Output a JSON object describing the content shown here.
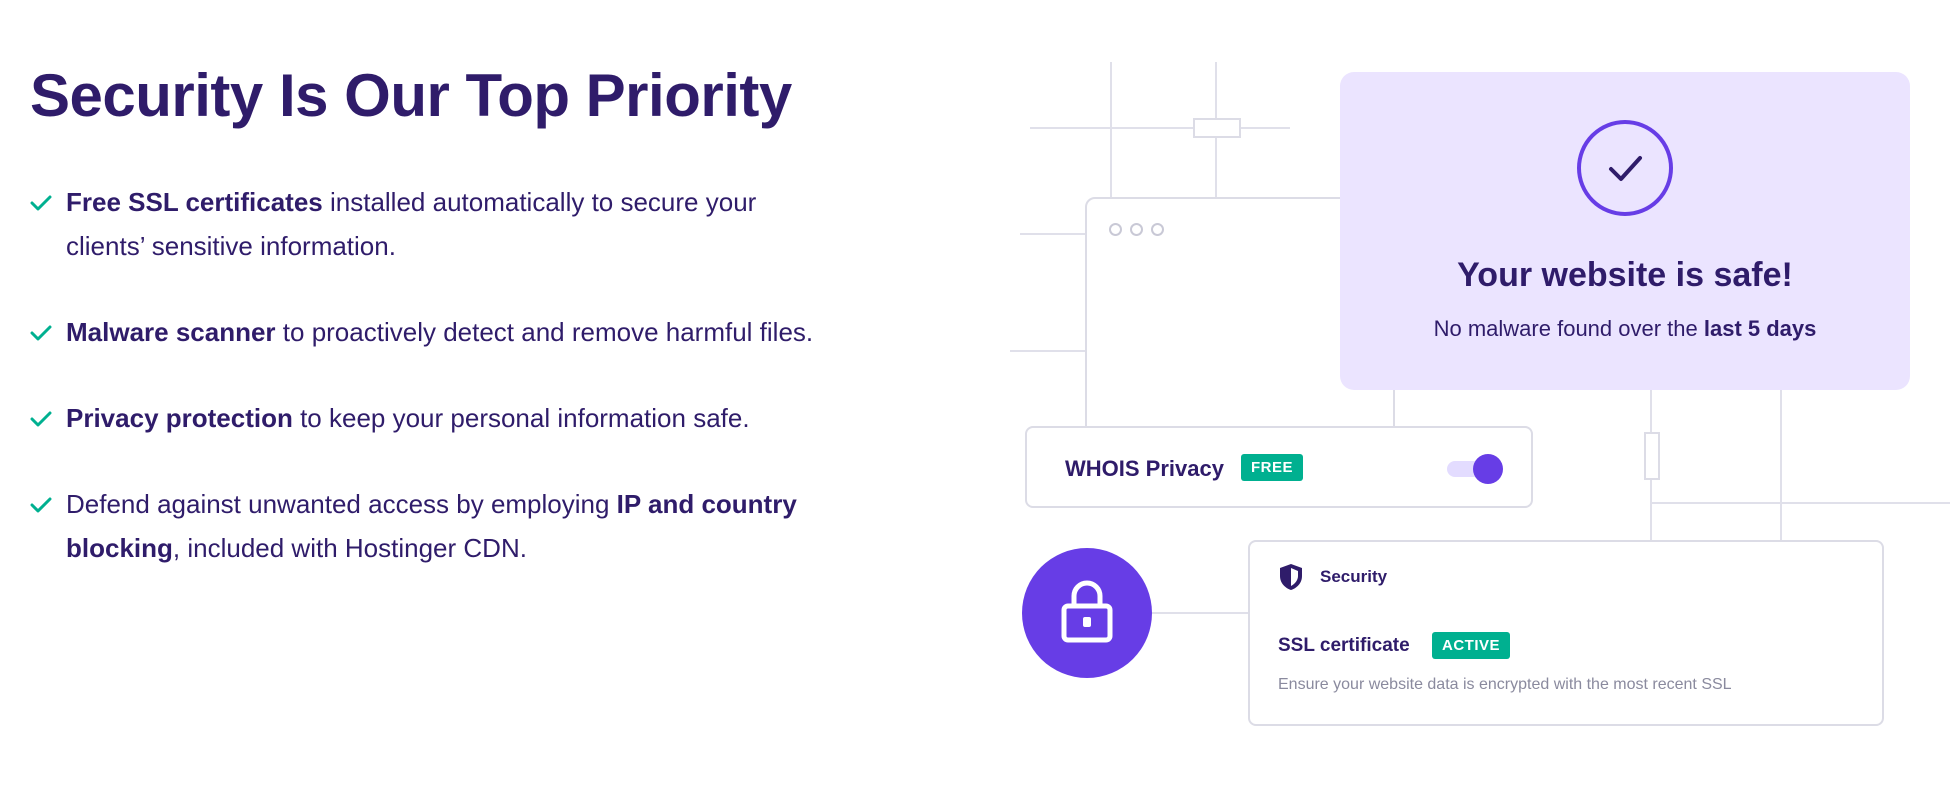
{
  "heading": "Security Is Our Top Priority",
  "features": [
    {
      "bold": "Free SSL certificates",
      "rest": " installed automatically to secure your clients’ sensitive information."
    },
    {
      "bold": "Malware scanner",
      "rest": " to proactively detect and remove harmful files."
    },
    {
      "bold": "Privacy protection",
      "rest": " to keep your personal information safe."
    },
    {
      "pre": "Defend against unwanted access by employing ",
      "bold": "IP and country blocking",
      "rest": ", included with Hostinger CDN."
    }
  ],
  "safe_card": {
    "title": "Your website is safe!",
    "subtitle_prefix": "No malware found over the ",
    "subtitle_bold": "last 5 days"
  },
  "whois": {
    "label": "WHOIS Privacy",
    "badge": "FREE",
    "toggle_on": true
  },
  "security_card": {
    "header": "Security",
    "ssl_label": "SSL certificate",
    "ssl_badge": "ACTIVE",
    "description": "Ensure your website data is encrypted with the most recent SSL"
  },
  "colors": {
    "brand_text": "#2f1c6a",
    "accent_purple": "#673de6",
    "check_green": "#00b090",
    "safe_bg": "#ebe4ff"
  },
  "icons": [
    "check-icon",
    "checkmark-circle-icon",
    "lock-icon",
    "shield-icon"
  ]
}
